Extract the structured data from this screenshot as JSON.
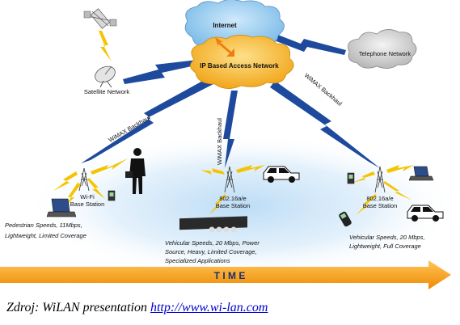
{
  "nodes": {
    "internet": "Internet",
    "ip_network": "IP Based Access Network",
    "telephone": "Telephone Network",
    "satellite": "Satellite Network"
  },
  "links": {
    "backhaul_left": "WiMAX Backhaul",
    "backhaul_center": "WiMAX Backhaul",
    "backhaul_right": "WiMAX Backhaul"
  },
  "stations": {
    "wifi": {
      "line1": "Wi-Fi",
      "line2": "Base Station"
    },
    "center": {
      "line1": "802.16a/e",
      "line2": "Base Station"
    },
    "right": {
      "line1": "802.16a/e",
      "line2": "Base Station"
    }
  },
  "descriptions": {
    "left": [
      "Pedestrian Speeds, 11Mbps,",
      "Lightweight, Limited Coverage"
    ],
    "center": [
      "Vehicular Speeds, 20 Mbps, Power",
      "Source, Heavy, Limited Coverage,",
      "Specialized Applications"
    ],
    "right": [
      "Vehicular Speeds, 20 Mbps,",
      "Lightweight, Full Coverage"
    ]
  },
  "time_label": "T I M E",
  "caption": {
    "prefix": "Zdroj: WiLAN presentation ",
    "link": "http://www.wi-lan.com"
  },
  "colors": {
    "internet_cloud": "#8ec8f0",
    "ip_cloud": "#f7b731",
    "telephone_cloud": "#d0d0d0",
    "backhaul": "#1e4a9e",
    "wireless_bolt": "#f5c400",
    "time_arrow": "#f39c12"
  }
}
